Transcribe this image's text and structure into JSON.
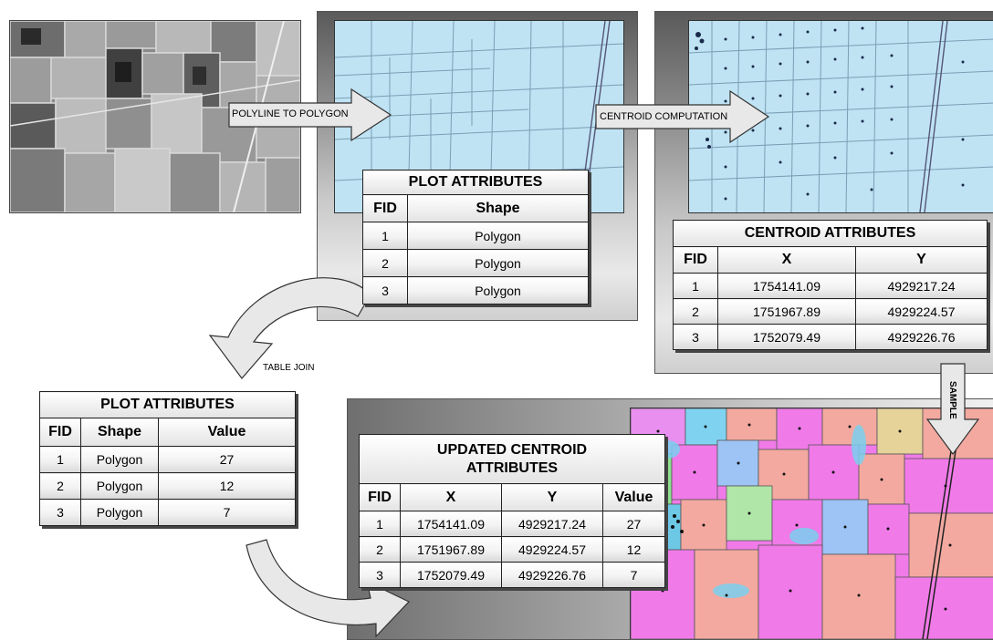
{
  "arrows": {
    "polyline_to_polygon": "POLYLINE TO POLYGON",
    "centroid_computation": "CENTROID COMPUTATION",
    "table_join": "TABLE JOIN",
    "sample": "SAMPLE"
  },
  "plot_attributes_top": {
    "title": "PLOT ATTRIBUTES",
    "headers": [
      "FID",
      "Shape"
    ],
    "rows": [
      [
        "1",
        "Polygon"
      ],
      [
        "2",
        "Polygon"
      ],
      [
        "3",
        "Polygon"
      ]
    ]
  },
  "centroid_attributes": {
    "title": "CENTROID ATTRIBUTES",
    "headers": [
      "FID",
      "X",
      "Y"
    ],
    "rows": [
      [
        "1",
        "1754141.09",
        "4929217.24"
      ],
      [
        "2",
        "1751967.89",
        "4929224.57"
      ],
      [
        "3",
        "1752079.49",
        "4929226.76"
      ]
    ]
  },
  "plot_attributes_joined": {
    "title": "PLOT ATTRIBUTES",
    "headers": [
      "FID",
      "Shape",
      "Value"
    ],
    "rows": [
      [
        "1",
        "Polygon",
        "27"
      ],
      [
        "2",
        "Polygon",
        "12"
      ],
      [
        "3",
        "Polygon",
        "7"
      ]
    ]
  },
  "updated_centroid_attributes": {
    "title": "UPDATED CENTROID ATTRIBUTES",
    "headers": [
      "FID",
      "X",
      "Y",
      "Value"
    ],
    "rows": [
      [
        "1",
        "1754141.09",
        "4929217.24",
        "27"
      ],
      [
        "2",
        "1751967.89",
        "4929224.57",
        "12"
      ],
      [
        "3",
        "1752079.49",
        "4929226.76",
        "7"
      ]
    ]
  },
  "colors": {
    "polygon_fill": "#bfe3f3",
    "polygon_line": "#7a9fb5",
    "classified_pink": "#f07ae8",
    "arrow_fill": "#e8e8e8"
  }
}
